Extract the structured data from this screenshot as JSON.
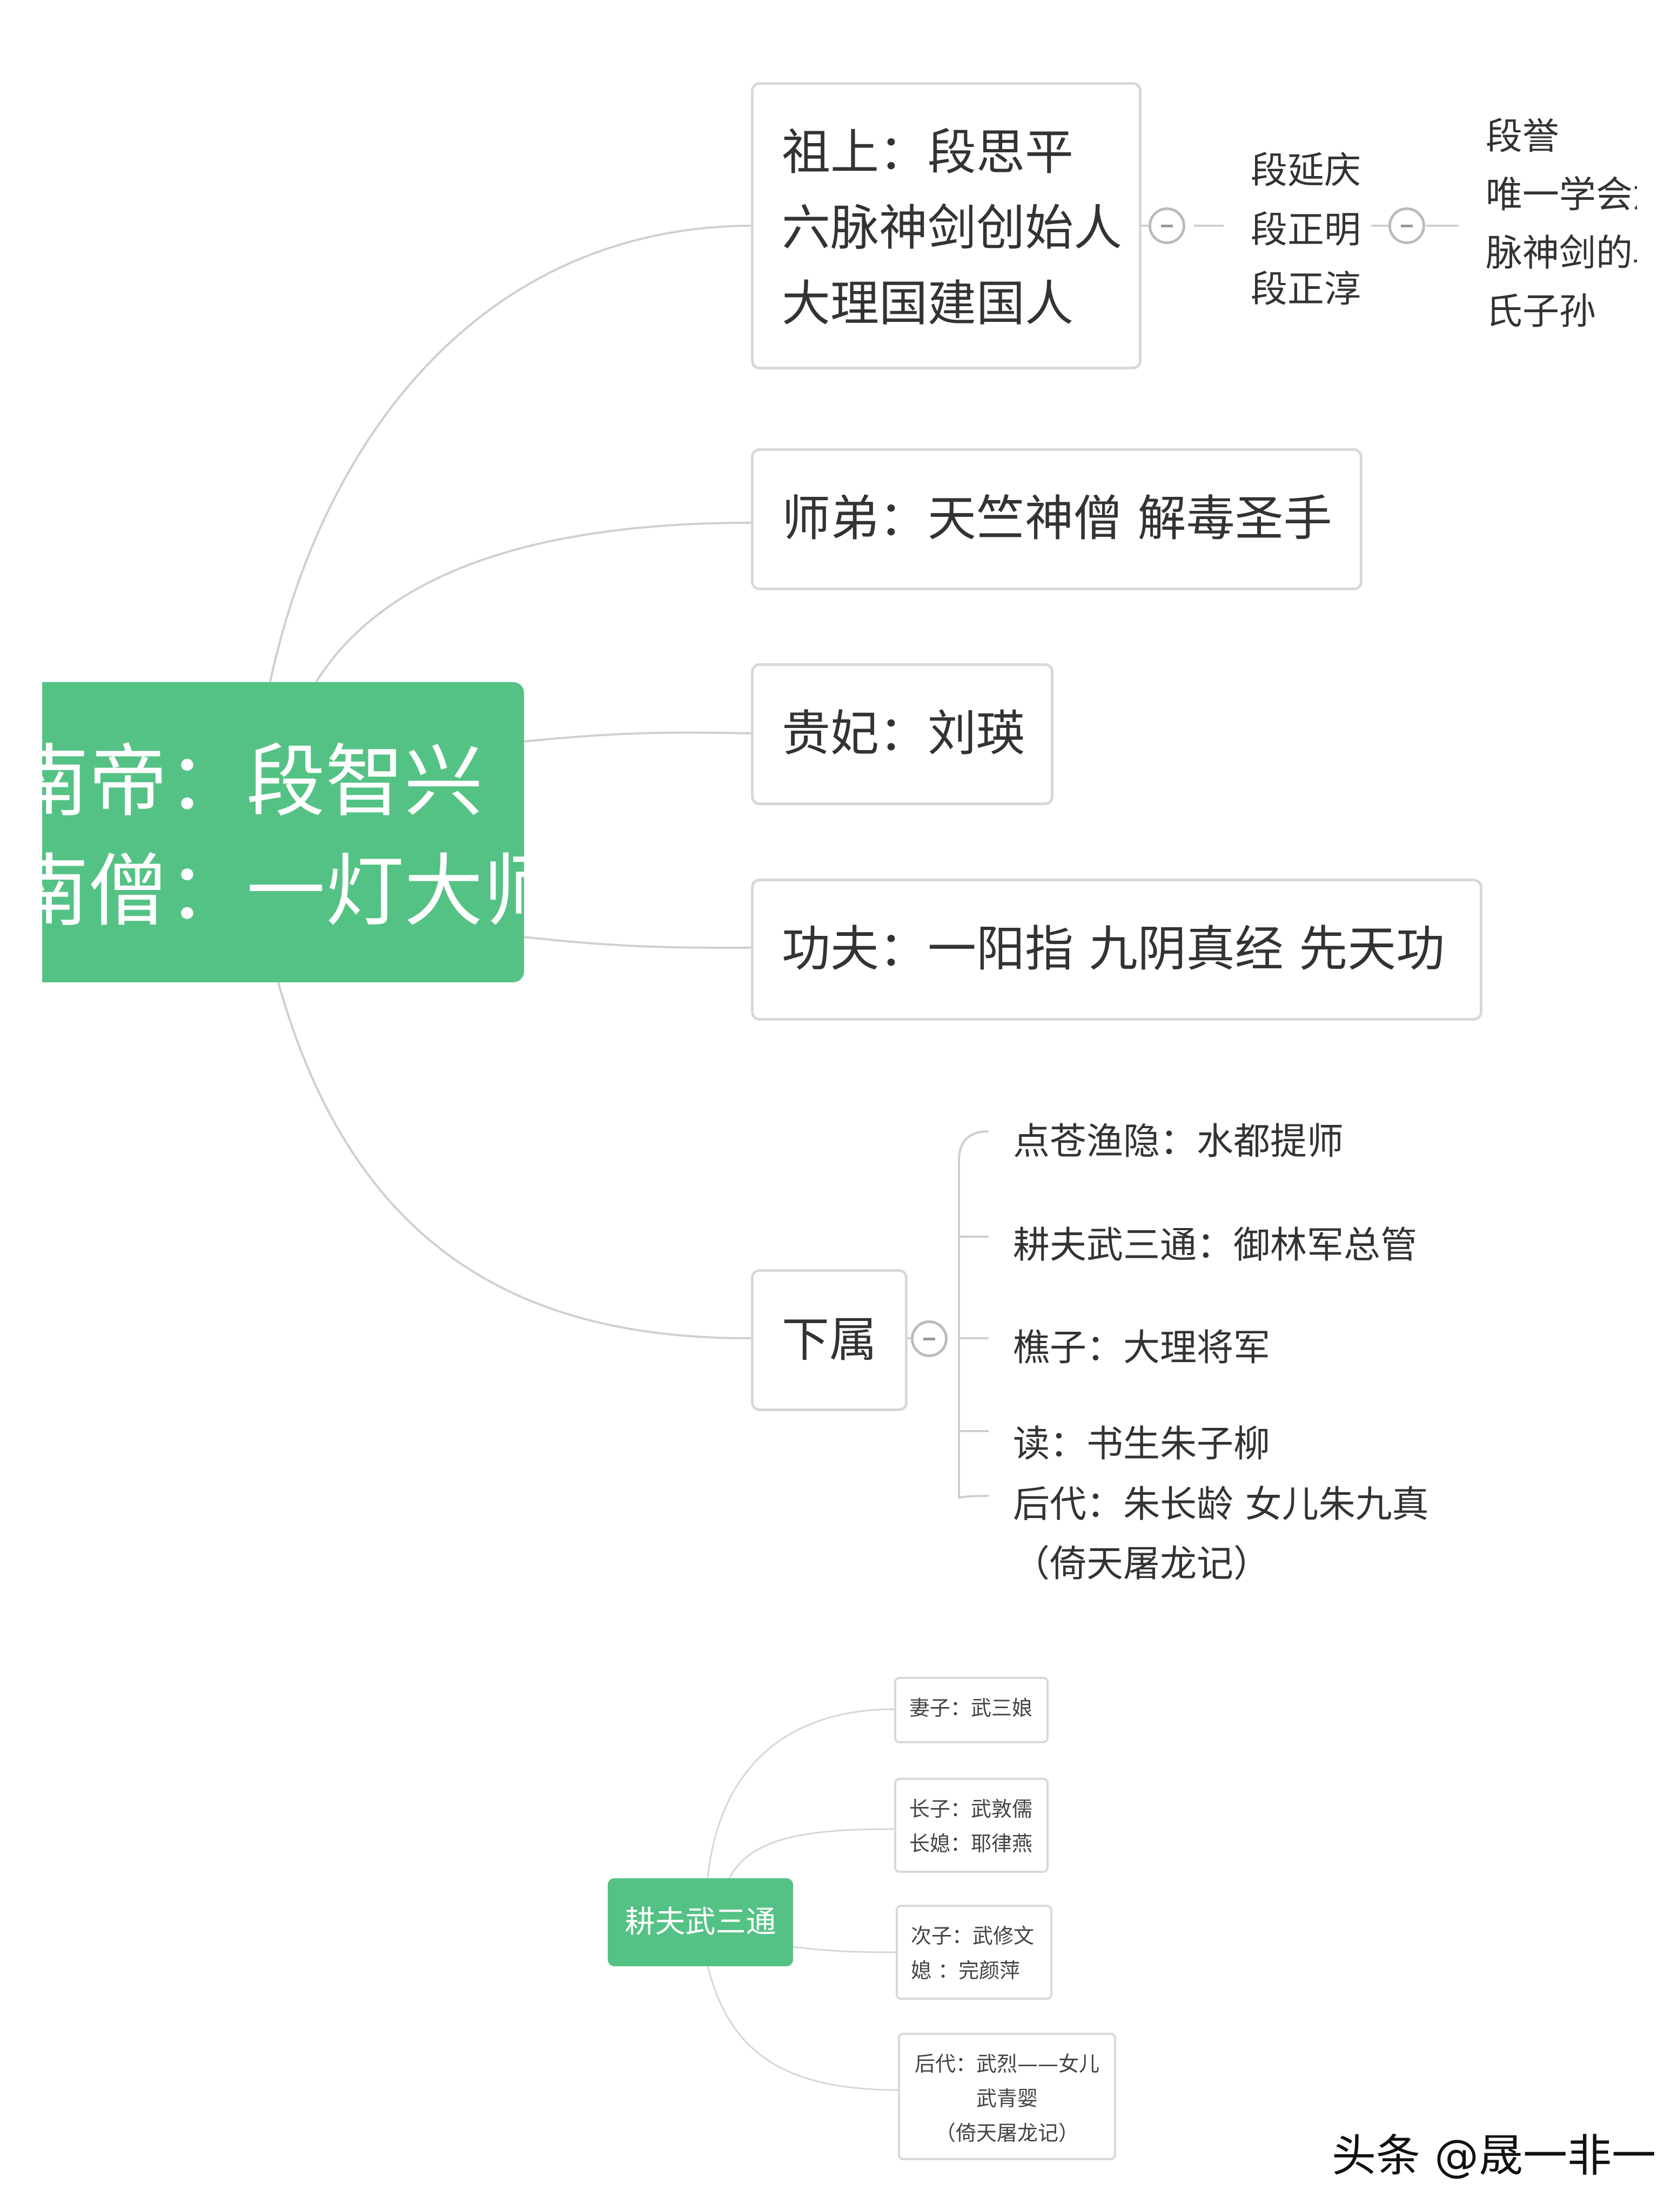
{
  "main_map": {
    "root": {
      "line1": "南帝：段智兴",
      "line2": "南僧：一灯大师"
    },
    "ancestor": {
      "lines": [
        "祖上：段思平",
        "六脉神剑创始人",
        "大理国建国人"
      ],
      "descendants": [
        "段延庆",
        "段正明",
        "段正淳"
      ],
      "grandchild": [
        "段誉",
        "唯一学会六",
        "脉神剑的段",
        "氏子孙"
      ]
    },
    "junior_brother": "师弟：天竺神僧 解毒圣手",
    "consort": "贵妃：刘瑛",
    "kungfu": "功夫：一阳指 九阴真经 先天功",
    "subordinates": {
      "label": "下属",
      "items": [
        "点苍渔隐：水都提师",
        "耕夫武三通：御林军总管",
        "樵子：大理将军",
        "读：书生朱子柳",
        "后代：朱长龄 女儿朱九真",
        "（倚天屠龙记）"
      ]
    }
  },
  "sub_map": {
    "root": "耕夫武三通",
    "wife": "妻子：武三娘",
    "eldest": [
      "长子：武敦儒",
      "长媳：耶律燕"
    ],
    "second": [
      "次子：武修文",
      "媳  ：完颜萍"
    ],
    "descendants": [
      "后代：武烈——女儿",
      "武青婴",
      "（倚天屠龙记）"
    ]
  },
  "watermark": "头条 @晟一非一"
}
